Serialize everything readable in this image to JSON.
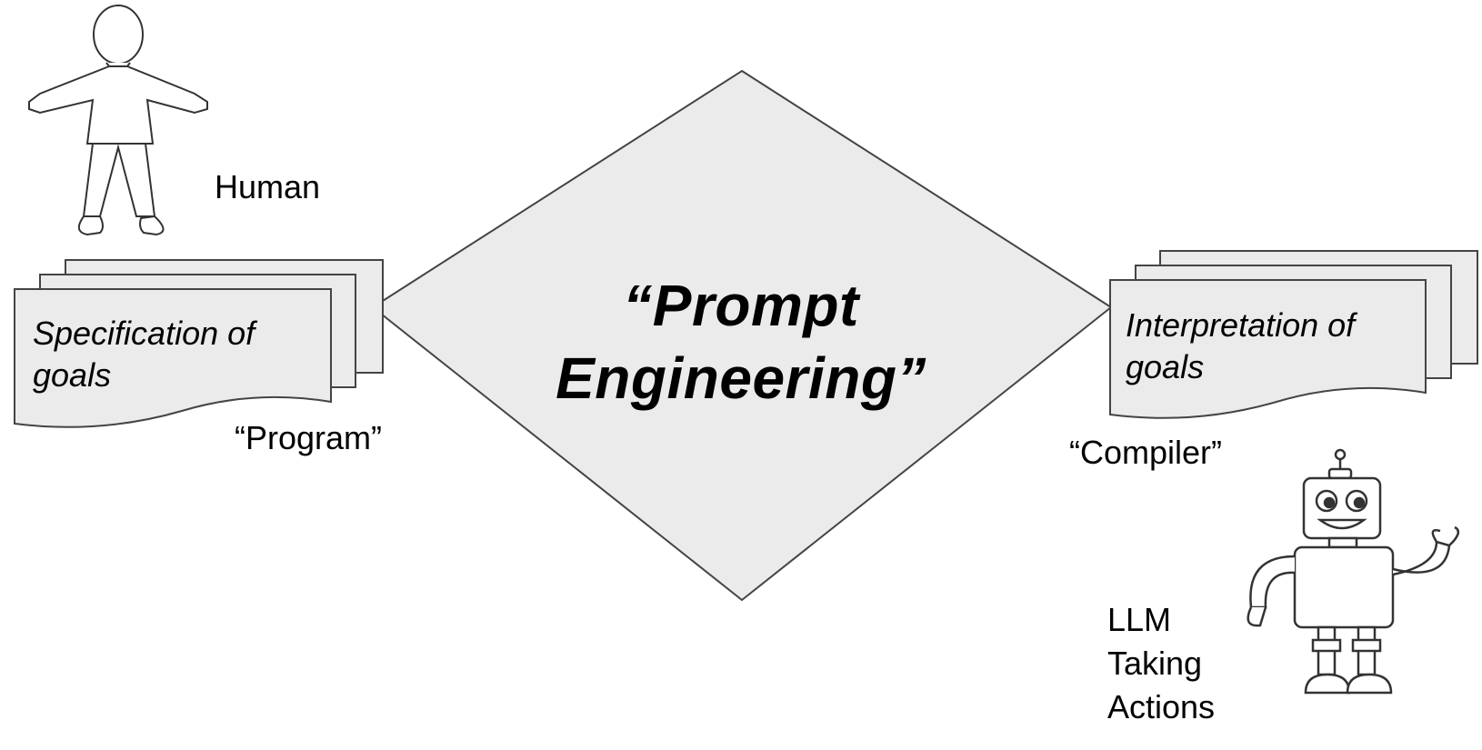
{
  "diagram": {
    "center": {
      "title_line1": "“Prompt",
      "title_line2": "Engineering”"
    },
    "human": {
      "label": "Human"
    },
    "left_doc": {
      "text": "Specification of goals",
      "label": "“Program”"
    },
    "right_doc": {
      "text": "Interpretation of goals",
      "label": "“Compiler”"
    },
    "robot": {
      "label_line1": "LLM",
      "label_line2": "Taking",
      "label_line3": "Actions"
    },
    "colors": {
      "shape_fill": "#ebebeb",
      "stroke": "#444444",
      "text": "#000000"
    }
  }
}
